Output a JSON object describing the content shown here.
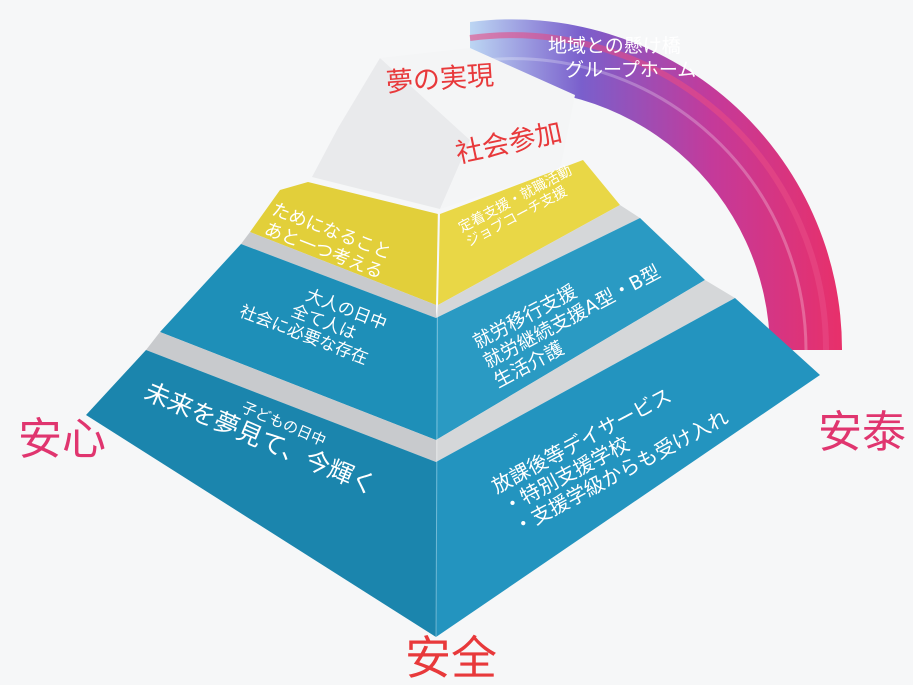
{
  "corners": {
    "left": "安心",
    "right": "安泰",
    "bottom": "安全"
  },
  "colors": {
    "accent_red": "#e8393b",
    "accent_pink": "#e0356f",
    "pyramid_blue": "#1e8fb8",
    "pyramid_blue_dark": "#187da3",
    "pyramid_yellow": "#e2cf3a",
    "pyramid_grey": "#c8cacd",
    "pyramid_white": "#f1f2f3",
    "arc_gradient": [
      "#e23a78",
      "#b14aa8",
      "#6e63c9",
      "#9dc1ee",
      "#ffffff"
    ]
  },
  "levels": {
    "top": {
      "title": "夢の実現",
      "subtitle": "社会参加"
    },
    "yellow": {
      "left": [
        "ためになること",
        "あと一つ考える"
      ],
      "right": [
        "定着支援・就職活動",
        "ジョブコーチ支援"
      ]
    },
    "blue_middle": {
      "left": [
        "大人の日中",
        "全て人は",
        "社会に必要な存在"
      ],
      "right": [
        "就労移行支援",
        "就労継続支援A型・B型",
        "生活介護"
      ]
    },
    "blue_bottom": {
      "left": [
        "子どもの日中",
        "未来を夢見て、今輝く"
      ],
      "right": [
        "放課後等デイサービス",
        "・特別支援学校",
        "・支援学級からも受け入れ"
      ]
    }
  },
  "arc": {
    "lines": [
      "地域との懸け橋",
      "グループホーム"
    ]
  }
}
